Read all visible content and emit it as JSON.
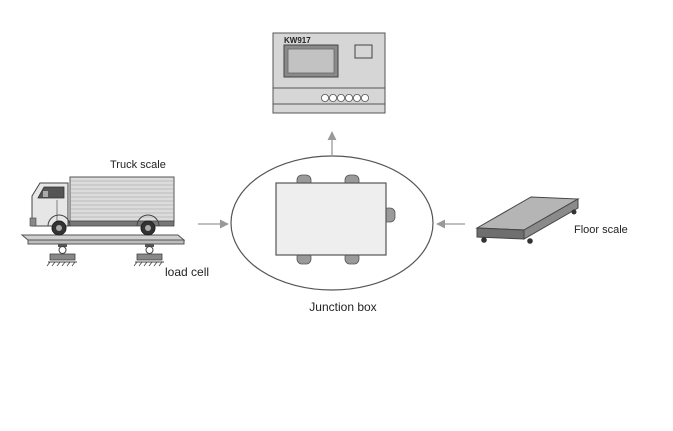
{
  "indicator": {
    "model": "KW917"
  },
  "labels": {
    "truck_scale": "Truck scale",
    "load_cell": "load cell",
    "junction_box": "Junction box",
    "floor_scale": "Floor scale"
  },
  "colors": {
    "line": "#555555",
    "device_fill": "#d4d4d4",
    "screen": "#bfbfbf",
    "arrow": "#999999",
    "truck_box": "#dcdcdc"
  }
}
